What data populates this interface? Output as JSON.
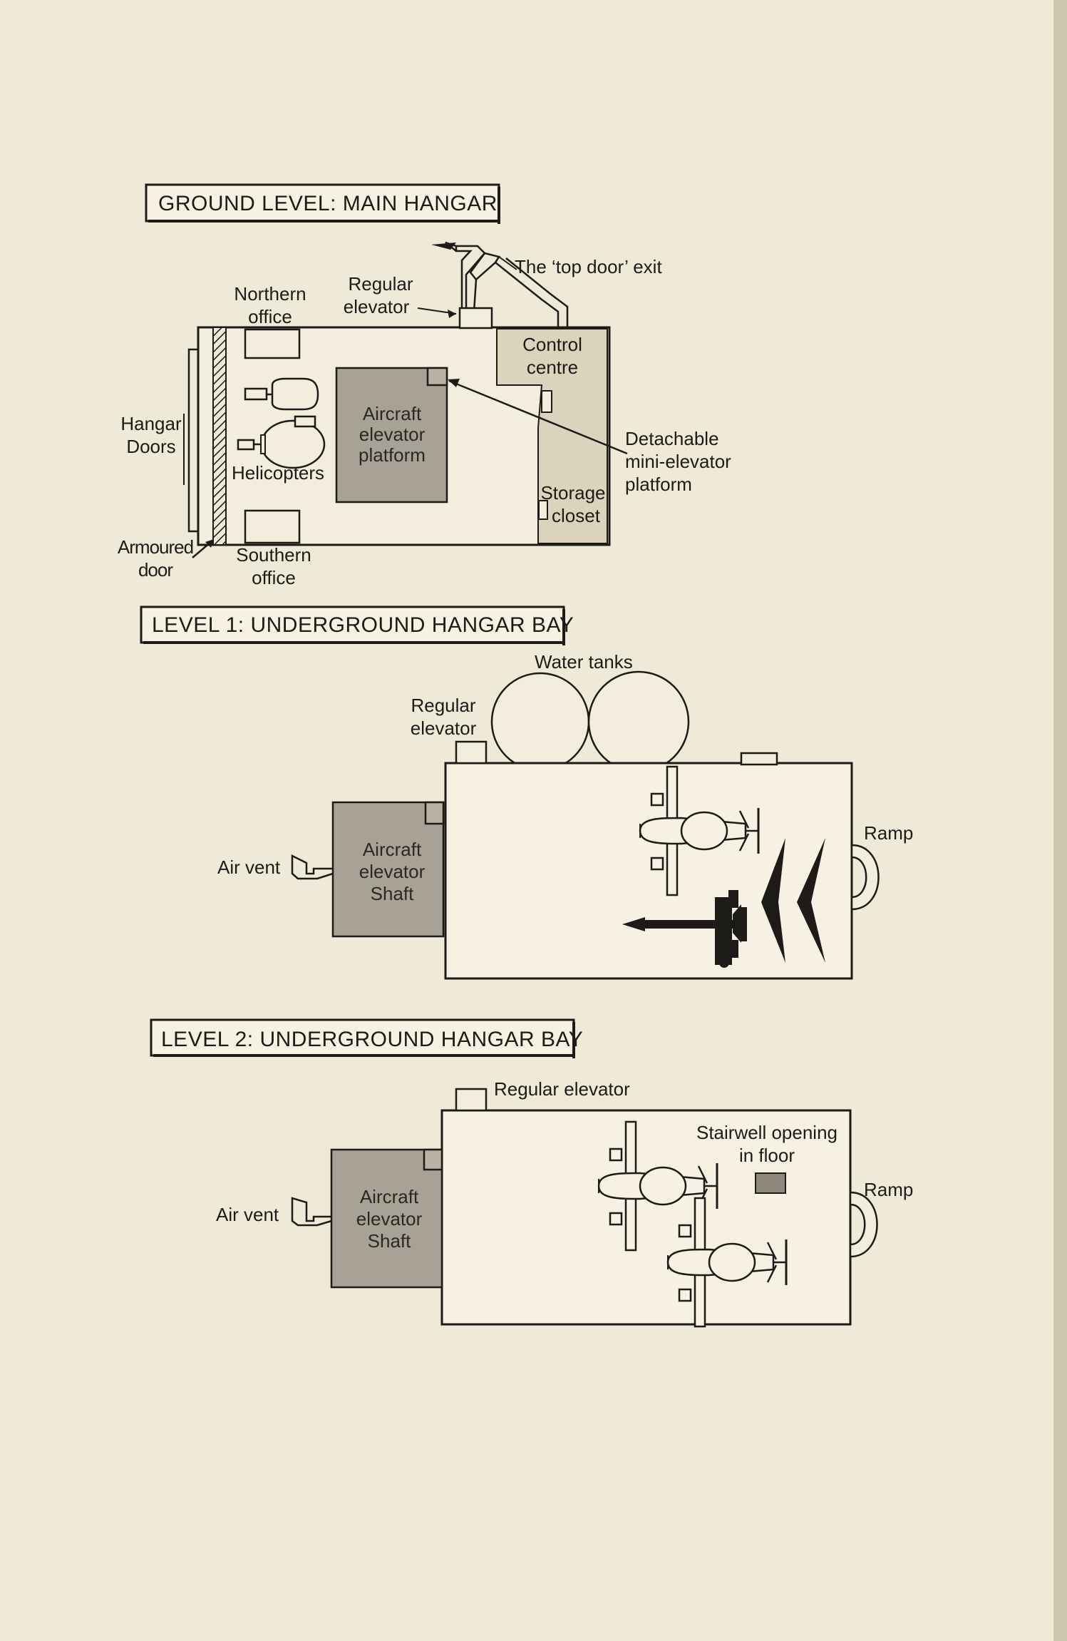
{
  "ground_level": {
    "title": "GROUND LEVEL: MAIN HANGAR",
    "top_door_exit": "The ‘top door’ exit",
    "northern_office": [
      "Northern",
      "office"
    ],
    "regular_elevator": [
      "Regular",
      "elevator"
    ],
    "control_centre": [
      "Control",
      "centre"
    ],
    "hangar_doors": [
      "Hangar",
      "Doors"
    ],
    "aircraft_elevator_platform": [
      "Aircraft",
      "elevator",
      "platform"
    ],
    "helicopters": "Helicopters",
    "detachable_platform": [
      "Detachable",
      "mini-elevator",
      "platform"
    ],
    "storage_closet": [
      "Storage",
      "closet"
    ],
    "armoured_door": [
      "Armoured",
      "door"
    ],
    "southern_office": [
      "Southern",
      "office"
    ]
  },
  "level1": {
    "title": "LEVEL 1: UNDERGROUND HANGAR BAY",
    "water_tanks": "Water tanks",
    "regular_elevator": [
      "Regular",
      "elevator"
    ],
    "ramp": "Ramp",
    "air_vent": "Air vent",
    "aircraft_elevator_shaft": [
      "Aircraft",
      "elevator",
      "Shaft"
    ]
  },
  "level2": {
    "title": "LEVEL 2: UNDERGROUND HANGAR BAY",
    "regular_elevator": "Regular elevator",
    "stairwell": [
      "Stairwell opening",
      "in floor"
    ],
    "ramp": "Ramp",
    "air_vent": "Air vent",
    "aircraft_elevator_shaft": [
      "Aircraft",
      "elevator",
      "Shaft"
    ]
  },
  "colors": {
    "paper": "#efe9d8",
    "ink": "#1d1b17",
    "shaft": "#a8a195",
    "side_room": "#dcd3bd"
  }
}
